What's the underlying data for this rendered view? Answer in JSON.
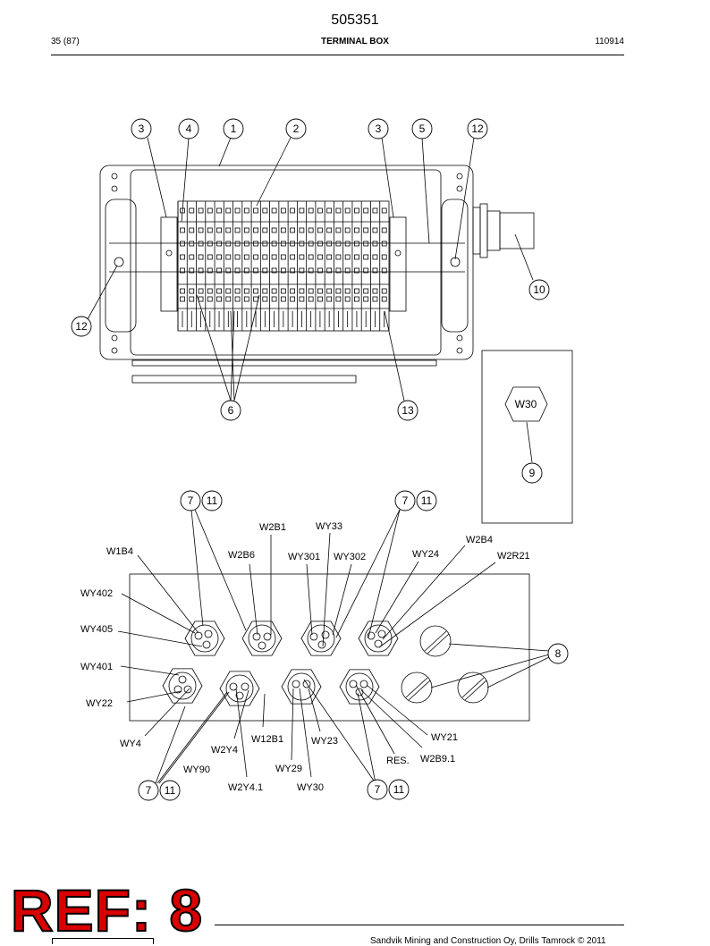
{
  "header": {
    "part_number": "505351",
    "page": "35 (87)",
    "title": "TERMINAL BOX",
    "date": "110914"
  },
  "top_view": {
    "callouts": [
      "3",
      "4",
      "1",
      "2",
      "3",
      "5",
      "12",
      "10",
      "12",
      "6",
      "13"
    ]
  },
  "detail_view": {
    "plug_label": "W30",
    "callout": "9"
  },
  "bottom_view": {
    "callouts": [
      "7",
      "11",
      "7",
      "11",
      "8",
      "7",
      "11",
      "7",
      "11"
    ],
    "labels": [
      "W2B1",
      "WY33",
      "W1B4",
      "W2B6",
      "WY301",
      "WY302",
      "WY24",
      "W2B4",
      "W2R21",
      "WY402",
      "WY405",
      "WY401",
      "WY22",
      "WY4",
      "W2Y4",
      "WY90",
      "W12B1",
      "WY23",
      "WY29",
      "W2Y4.1",
      "WY30",
      "RES.",
      "W2B9.1",
      "WY21"
    ]
  },
  "stamp": {
    "text": "REF: 8",
    "color": "#d80000"
  },
  "footer": {
    "copyright": "Sandvik Mining and Construction Oy, Drills Tamrock © 2011"
  }
}
